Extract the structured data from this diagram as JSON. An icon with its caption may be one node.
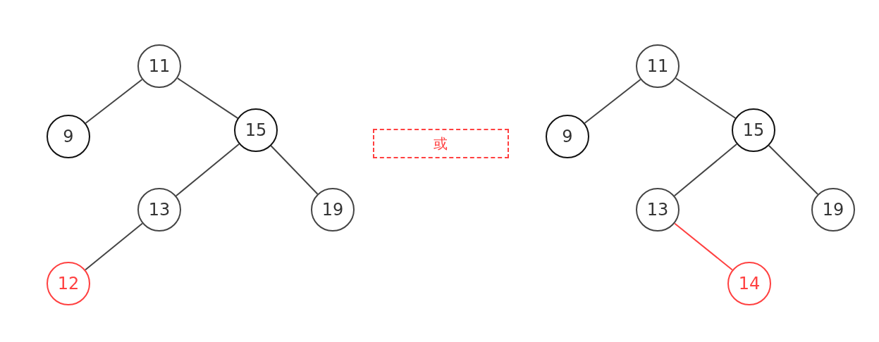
{
  "diagram": {
    "nodes": [
      {
        "text": [
          "11"
        ]
      },
      {
        "text": [
          "9"
        ]
      },
      {
        "text": [
          "15"
        ]
      },
      {
        "text": [
          "13"
        ]
      },
      {
        "text": [
          "19"
        ]
      },
      {
        "text": [
          "12"
        ]
      },
      {
        "text": [
          "或"
        ]
      },
      {
        "text": [
          "11"
        ]
      },
      {
        "text": [
          "9"
        ]
      },
      {
        "text": [
          "15"
        ]
      },
      {
        "text": [
          "13"
        ]
      },
      {
        "text": [
          "19"
        ]
      },
      {
        "text": [
          "14"
        ]
      }
    ],
    "edges": [
      {
        "from": 0,
        "to": 1,
        "arrow": "none"
      },
      {
        "from": 0,
        "to": 2,
        "arrow": "none"
      },
      {
        "from": 2,
        "to": 3,
        "arrow": "none"
      },
      {
        "from": 2,
        "to": 4,
        "arrow": "none"
      },
      {
        "from": 3,
        "to": 5,
        "arrow": "none"
      },
      {
        "from": 7,
        "to": 8,
        "arrow": "none"
      },
      {
        "from": 7,
        "to": 9,
        "arrow": "none"
      },
      {
        "from": 9,
        "to": 10,
        "arrow": "none"
      },
      {
        "from": 9,
        "to": 11,
        "arrow": "none"
      },
      {
        "from": 10,
        "to": 12,
        "arrow": "none",
        "color": "#ff4040"
      }
    ]
  }
}
